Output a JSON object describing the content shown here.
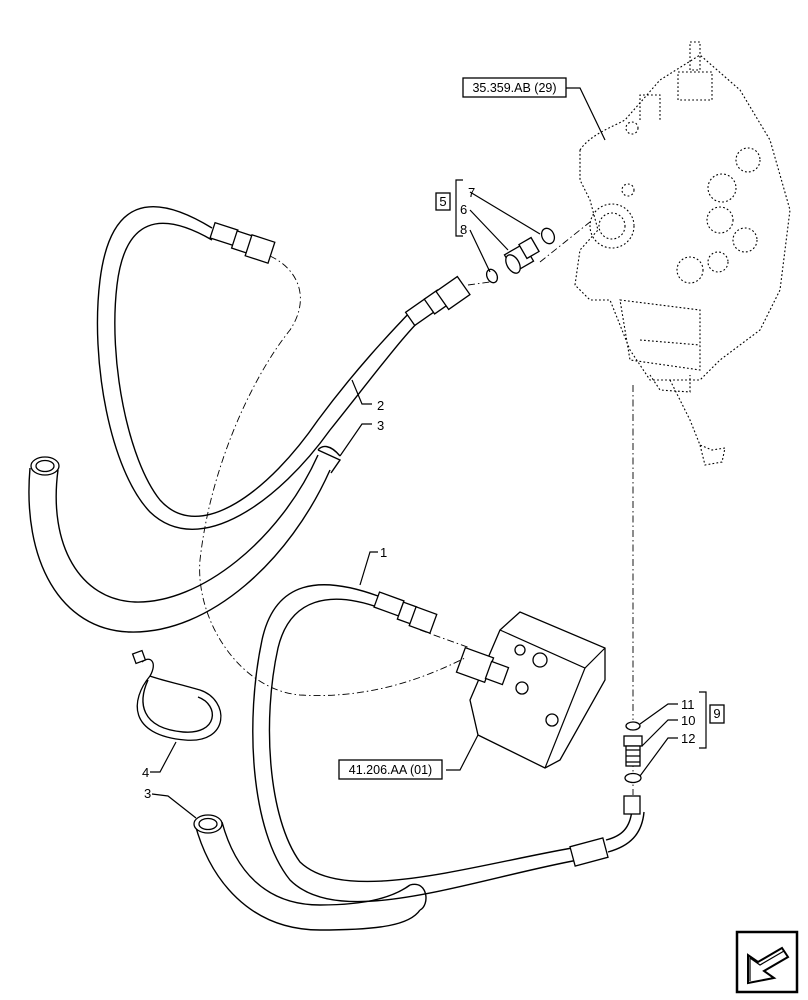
{
  "references": {
    "control_valve": "35.359.AB (29)",
    "steering_unit": "41.206.AA (01)"
  },
  "kits": {
    "kit_upper": "5",
    "kit_lower": "9"
  },
  "callouts": {
    "c1": "1",
    "c2": "2",
    "c3a": "3",
    "c3b": "3",
    "c4": "4",
    "c6": "6",
    "c7": "7",
    "c8": "8",
    "c10": "10",
    "c11": "11",
    "c12": "12"
  },
  "icons": {
    "nav": "arrow-back-icon"
  }
}
